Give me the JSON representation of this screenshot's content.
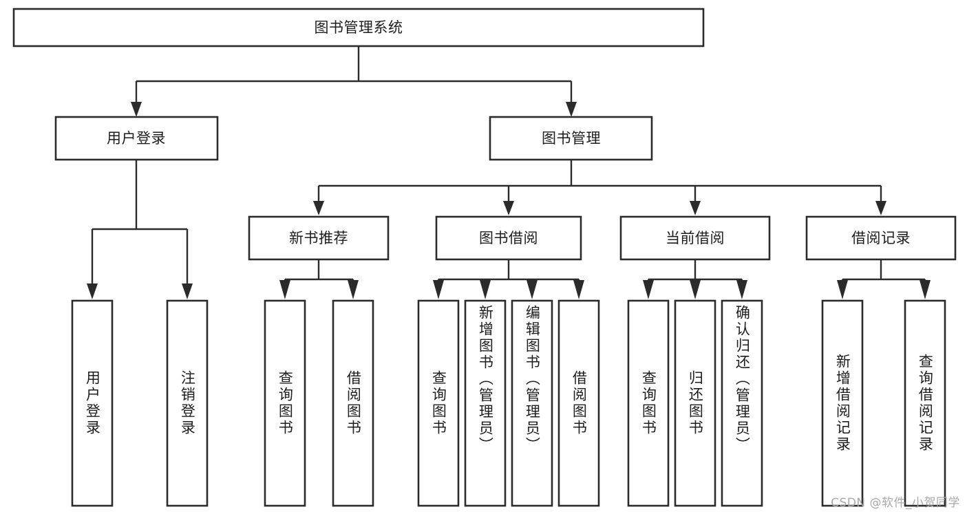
{
  "diagram": {
    "title": "图书管理系统",
    "type": "tree-hierarchy-diagram",
    "orientation": "top-down",
    "colors": {
      "box_stroke": "#2b2b2b",
      "box_fill": "#ffffff",
      "connector": "#2b2b2b",
      "text": "#1d1d1d",
      "background": "#ffffff",
      "watermark": "#a9a9a9"
    }
  },
  "root": {
    "label": "图书管理系统"
  },
  "level2": [
    {
      "id": "user-login",
      "label": "用户登录"
    },
    {
      "id": "book-management",
      "label": "图书管理"
    }
  ],
  "level3": [
    {
      "id": "new-book-recommend",
      "label": "新书推荐"
    },
    {
      "id": "book-borrow",
      "label": "图书借阅"
    },
    {
      "id": "current-borrow",
      "label": "当前借阅"
    },
    {
      "id": "borrow-record",
      "label": "借阅记录"
    }
  ],
  "leaves": {
    "user_login": [
      {
        "id": "leaf-user-login",
        "label": "用户登录"
      },
      {
        "id": "leaf-logout-login",
        "label": "注销登录"
      }
    ],
    "new_book_recommend": [
      {
        "id": "leaf-query-book-1",
        "label": "查询图书"
      },
      {
        "id": "leaf-borrow-book-1",
        "label": "借阅图书"
      }
    ],
    "book_borrow": [
      {
        "id": "leaf-query-book-2",
        "label": "查询图书"
      },
      {
        "id": "leaf-add-book",
        "label": "新增图书（管理员）"
      },
      {
        "id": "leaf-edit-book",
        "label": "编辑图书（管理员）"
      },
      {
        "id": "leaf-borrow-book-2",
        "label": "借阅图书"
      }
    ],
    "current_borrow": [
      {
        "id": "leaf-query-book-3",
        "label": "查询图书"
      },
      {
        "id": "leaf-return-book",
        "label": "归还图书"
      },
      {
        "id": "leaf-confirm-return",
        "label": "确认归还（管理员）"
      }
    ],
    "borrow_record": [
      {
        "id": "leaf-add-record",
        "label": "新增借阅记录"
      },
      {
        "id": "leaf-query-record",
        "label": "查询借阅记录"
      }
    ]
  },
  "watermark": {
    "text": "CSDN @软件_小贺同学"
  }
}
